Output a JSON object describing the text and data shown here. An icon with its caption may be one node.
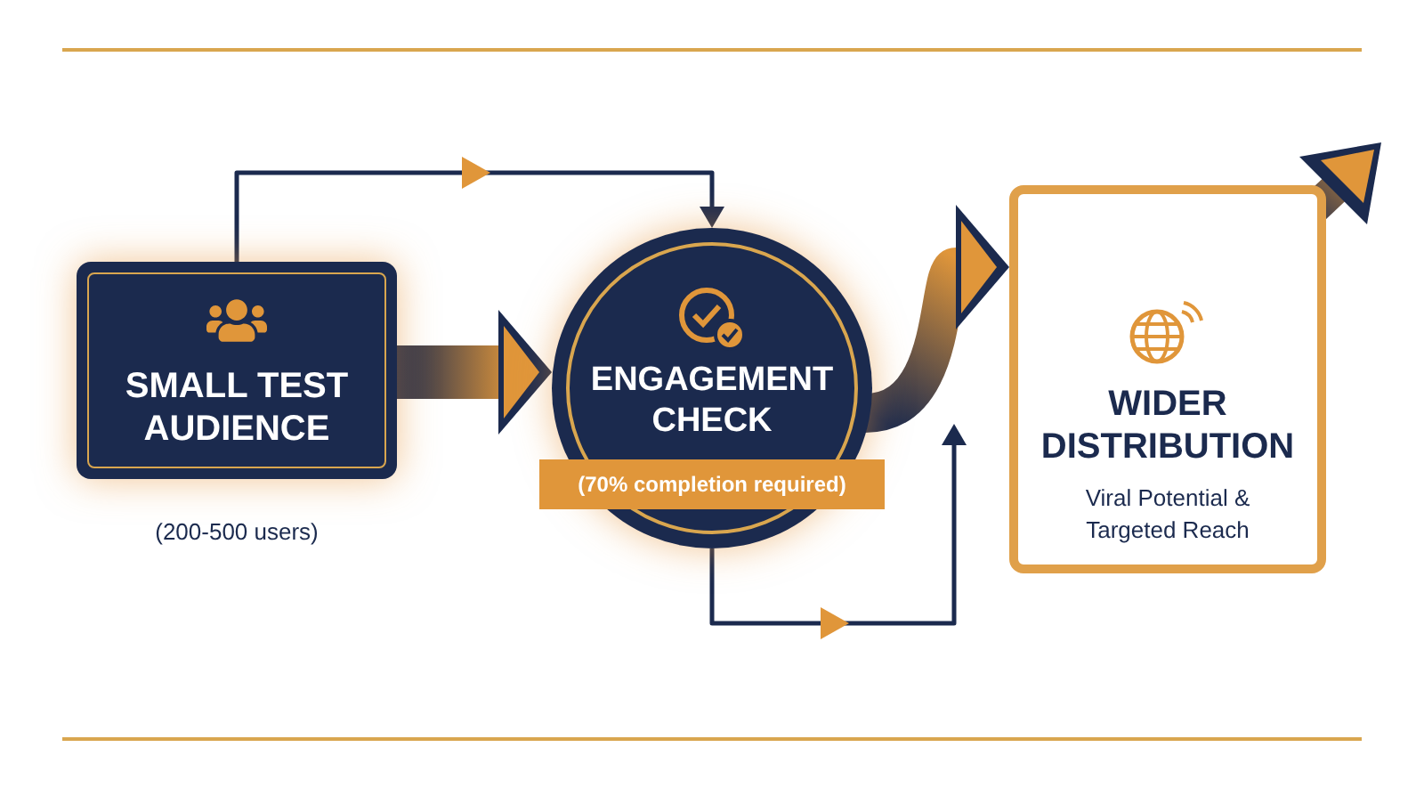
{
  "diagram": {
    "nodes": [
      {
        "text": [
          "SMALL TEST AUDIENCE"
        ],
        "beside": [
          "(200-500 users)"
        ]
      },
      {
        "text": [
          "ENGAGEMENT CHECK"
        ]
      },
      {
        "text": [
          "(70% completion required)"
        ]
      },
      {
        "text": [
          "WIDER DISTRIBUTION",
          "Viral Potential & Targeted Reach"
        ]
      }
    ],
    "edges": [
      {
        "from": 0,
        "to": 1,
        "arrow": "to",
        "style": "thick"
      },
      {
        "from": 0,
        "to": 1,
        "arrow": "to"
      },
      {
        "from": 1,
        "to": 3,
        "arrow": "to",
        "style": "thick"
      },
      {
        "from": 1,
        "to": null,
        "arrow": "to"
      }
    ]
  }
}
